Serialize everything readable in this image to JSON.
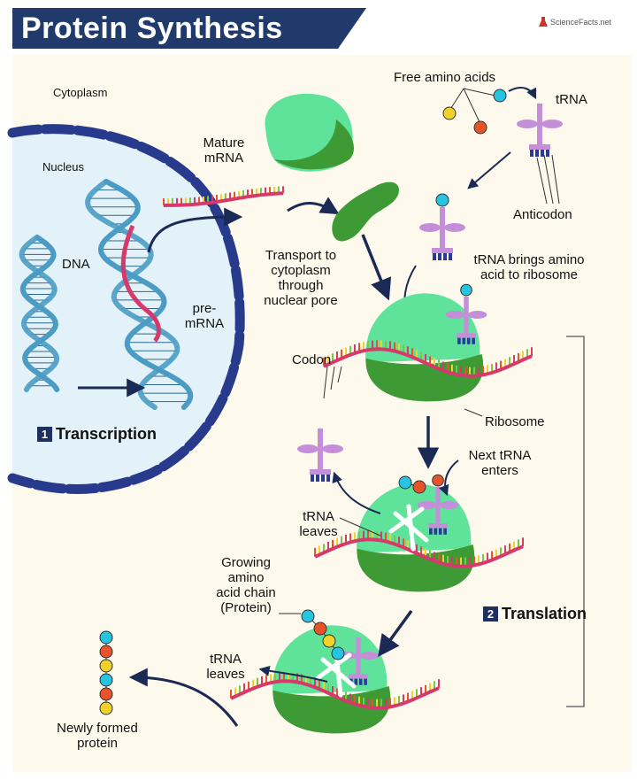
{
  "title": "Protein Synthesis",
  "brand": "ScienceFacts.net",
  "labels": {
    "cytoplasm": "Cytoplasm",
    "nucleus": "Nucleus",
    "dna": "DNA",
    "pre_mrna_1": "pre-",
    "pre_mrna_2": "mRNA",
    "mature_mrna_1": "Mature",
    "mature_mrna_2": "mRNA",
    "transport_1": "Transport to",
    "transport_2": "cytoplasm",
    "transport_3": "through",
    "transport_4": "nuclear pore",
    "free_amino_acids": "Free amino acids",
    "trna": "tRNA",
    "anticodon": "Anticodon",
    "trna_brings_1": "tRNA brings amino",
    "trna_brings_2": "acid to ribosome",
    "codon": "Codon",
    "ribosome": "Ribosome",
    "next_trna_1": "Next tRNA",
    "next_trna_2": "enters",
    "trna_leaves_a_1": "tRNA",
    "trna_leaves_a_2": "leaves",
    "growing_1": "Growing",
    "growing_2": "amino",
    "growing_3": "acid chain",
    "growing_4": "(Protein)",
    "trna_leaves_b_1": "tRNA",
    "trna_leaves_b_2": "leaves",
    "newly_1": "Newly formed",
    "newly_2": "protein"
  },
  "steps": {
    "transcription_num": "1",
    "transcription": "Transcription",
    "translation_num": "2",
    "translation": "Translation"
  },
  "colors": {
    "title_bg": "#1f3a6b",
    "background": "#fdf9ec",
    "nucleus_fill": "#e3f1f8",
    "nucleus_border": "#283a8c",
    "dna": "#4a9cc4",
    "mrna": "#d63a6a",
    "ribosome_light": "#5fe39a",
    "ribosome_dark": "#3d9a35",
    "trna": "#c48fd8",
    "anticodon": "#2a3a9c",
    "amino_cyan": "#25c4e0",
    "amino_orange": "#e8542a",
    "amino_yellow": "#f2d22a"
  }
}
